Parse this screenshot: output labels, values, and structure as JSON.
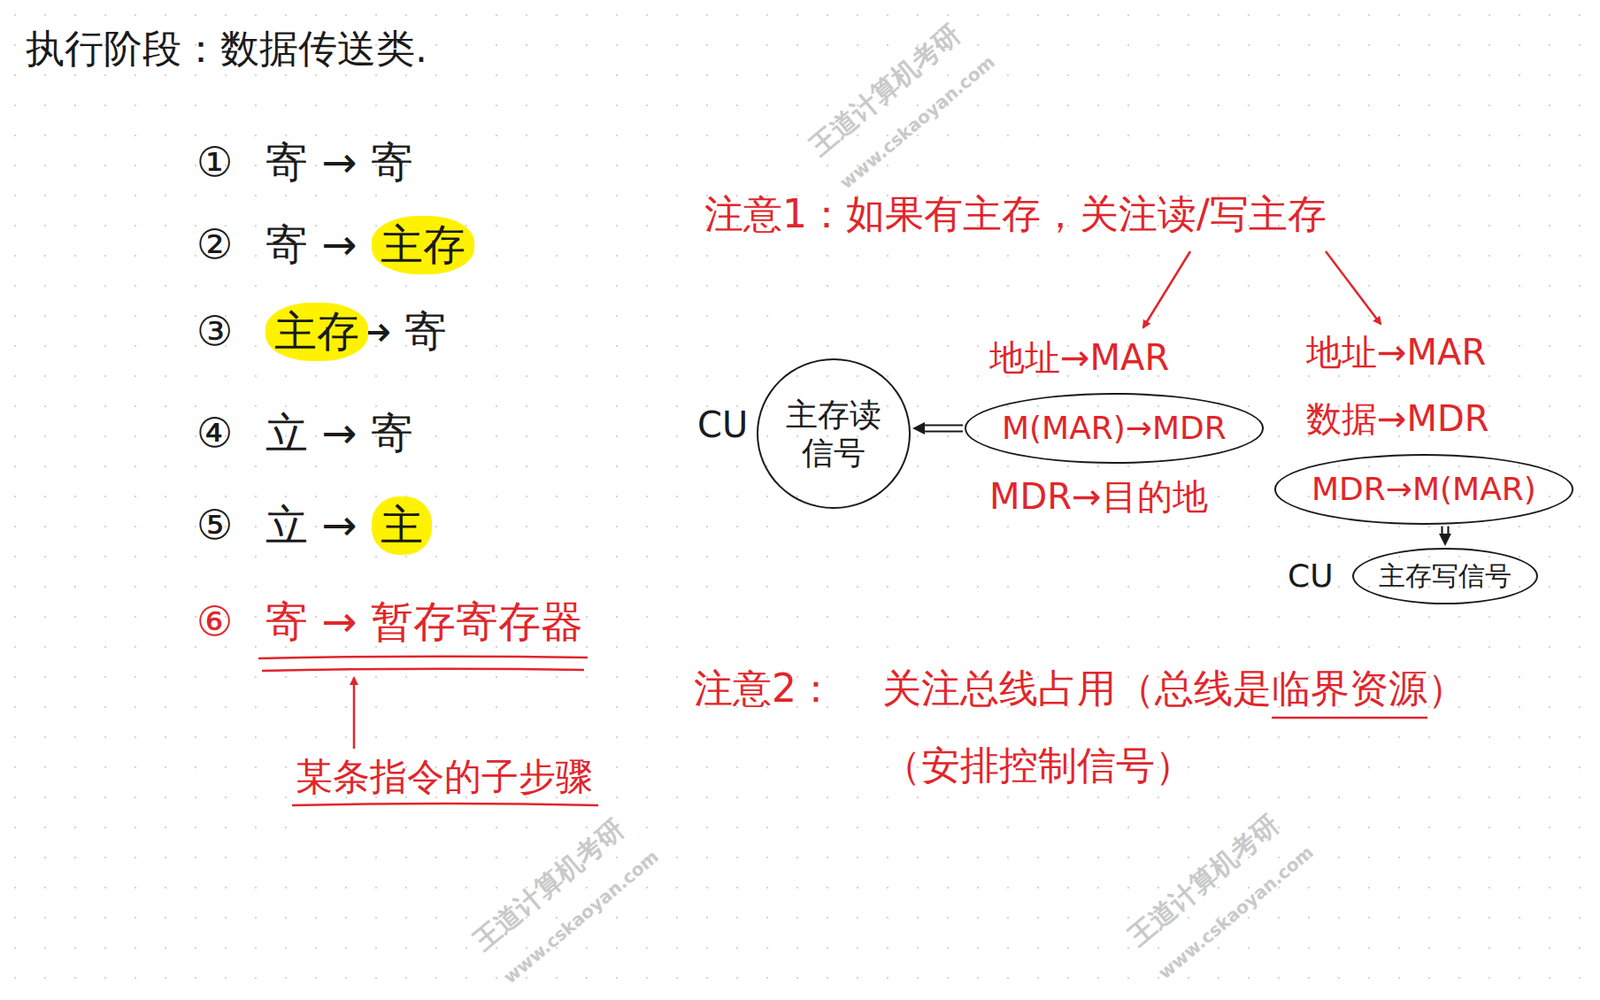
{
  "diagram": {
    "title": "执行阶段：数据传送类.",
    "nodes": [
      {
        "text": [
          "主存"
        ]
      },
      {
        "text": [
          "主存"
        ]
      },
      {
        "text": [
          "主"
        ]
      },
      {
        "text": [
          "主存读 信号"
        ]
      },
      {
        "text": [
          "M(MAR)→MDR"
        ]
      },
      {
        "text": [
          "MDR→M(MAR)"
        ]
      },
      {
        "text": [
          "主存写信号"
        ]
      }
    ],
    "edges": [
      {
        "from": 4,
        "to": 3,
        "arrow": "to"
      },
      {
        "from": 5,
        "to": 6,
        "arrow": "to"
      }
    ],
    "labels": [
      "①",
      "寄 → 寄",
      "②",
      "寄 →",
      "③",
      "→ 寄",
      "④",
      "立 → 寄",
      "⑤",
      "立 →",
      "⑥",
      "寄 → 暂存寄存器",
      "某条指令的子步骤",
      "注意1：如果有主存，关注读/写主存",
      "地址→MAR",
      "MDR→目的地",
      "地址→MAR",
      "数据→MDR",
      "CU",
      "CU",
      "注意2：",
      "关注总线占用（总线是临界资源）",
      "（安排控制信号）",
      "王道计算机考研",
      "www.cskaoyan.com",
      "王道计算机考研",
      "www.cskaoyan.com",
      "王道计算机考研",
      "www.cskaoyan.com"
    ]
  }
}
